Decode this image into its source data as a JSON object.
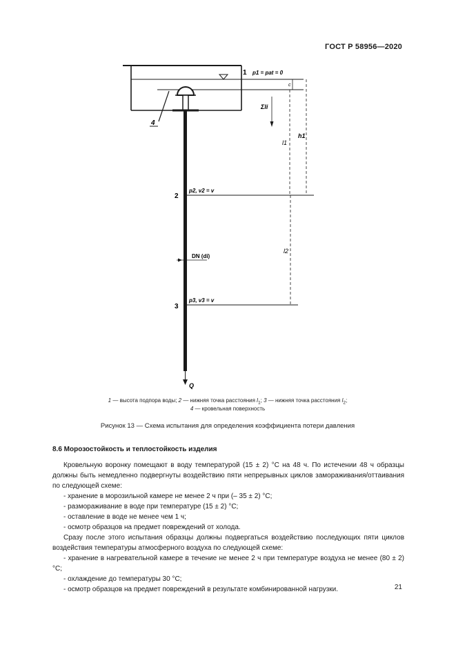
{
  "header": {
    "standard": "ГОСТ Р 58956—2020"
  },
  "figure": {
    "point_labels": [
      "1",
      "2",
      "3",
      "4"
    ],
    "p1_label": "p1 = pat = 0",
    "p2_label": "p2, v2 = v",
    "p3_label": "p3, v3 = v",
    "dn_label": "DN (di)",
    "q_label": "Q",
    "dim_sum_label": "Σli",
    "dim_l1": "l1",
    "dim_h1": "h1",
    "dim_l2": "l2",
    "dim_c": "c",
    "legend_line1_parts": [
      "1",
      " — высота подпора воды; ",
      "2",
      " — нижняя точка расстояния ",
      "l",
      "1",
      "; ",
      "3",
      " — нижняя точка расстояния ",
      "l",
      "2",
      ";"
    ],
    "legend_line2_parts": [
      "4",
      " — кровельная поверхность"
    ],
    "caption": "Рисунок 13 — Схема испытания для определения коэффициента потери давления"
  },
  "section": {
    "title": "8.6 Морозостойкость и теплостойкость изделия",
    "paragraphs": [
      {
        "type": "indent",
        "text": "Кровельную воронку помещают в воду температурой (15 ± 2) °С на 48 ч. По истечении 48 ч образцы должны быть немедленно подвергнуты воздействию пяти непрерывных циклов замораживания/оттаивания по следующей схеме:"
      },
      {
        "type": "indent",
        "text": "- хранение в морозильной камере не менее 2 ч при (– 35 ± 2) °С;"
      },
      {
        "type": "indent",
        "text": "- размораживание в воде при температуре (15 ± 2) °С;"
      },
      {
        "type": "indent",
        "text": "- оставление в воде не менее чем 1 ч;"
      },
      {
        "type": "indent",
        "text": "- осмотр образцов на предмет повреждений от холода."
      },
      {
        "type": "indent",
        "text": "Сразу после этого испытания образцы должны подвергаться воздействию последующих пяти циклов воздействия температуры атмосферного воздуха по следующей схеме:"
      },
      {
        "type": "indent",
        "text": "- хранение в нагревательной камере в течение не менее 2 ч при температуре воздуха не менее (80 ± 2) °С;"
      },
      {
        "type": "indent",
        "text": "- охлаждение до температуры 30 °С;"
      },
      {
        "type": "indent",
        "text": "- осмотр образцов на предмет повреждений в результате комбинированной нагрузки."
      }
    ]
  },
  "footer": {
    "page_number": "21"
  }
}
